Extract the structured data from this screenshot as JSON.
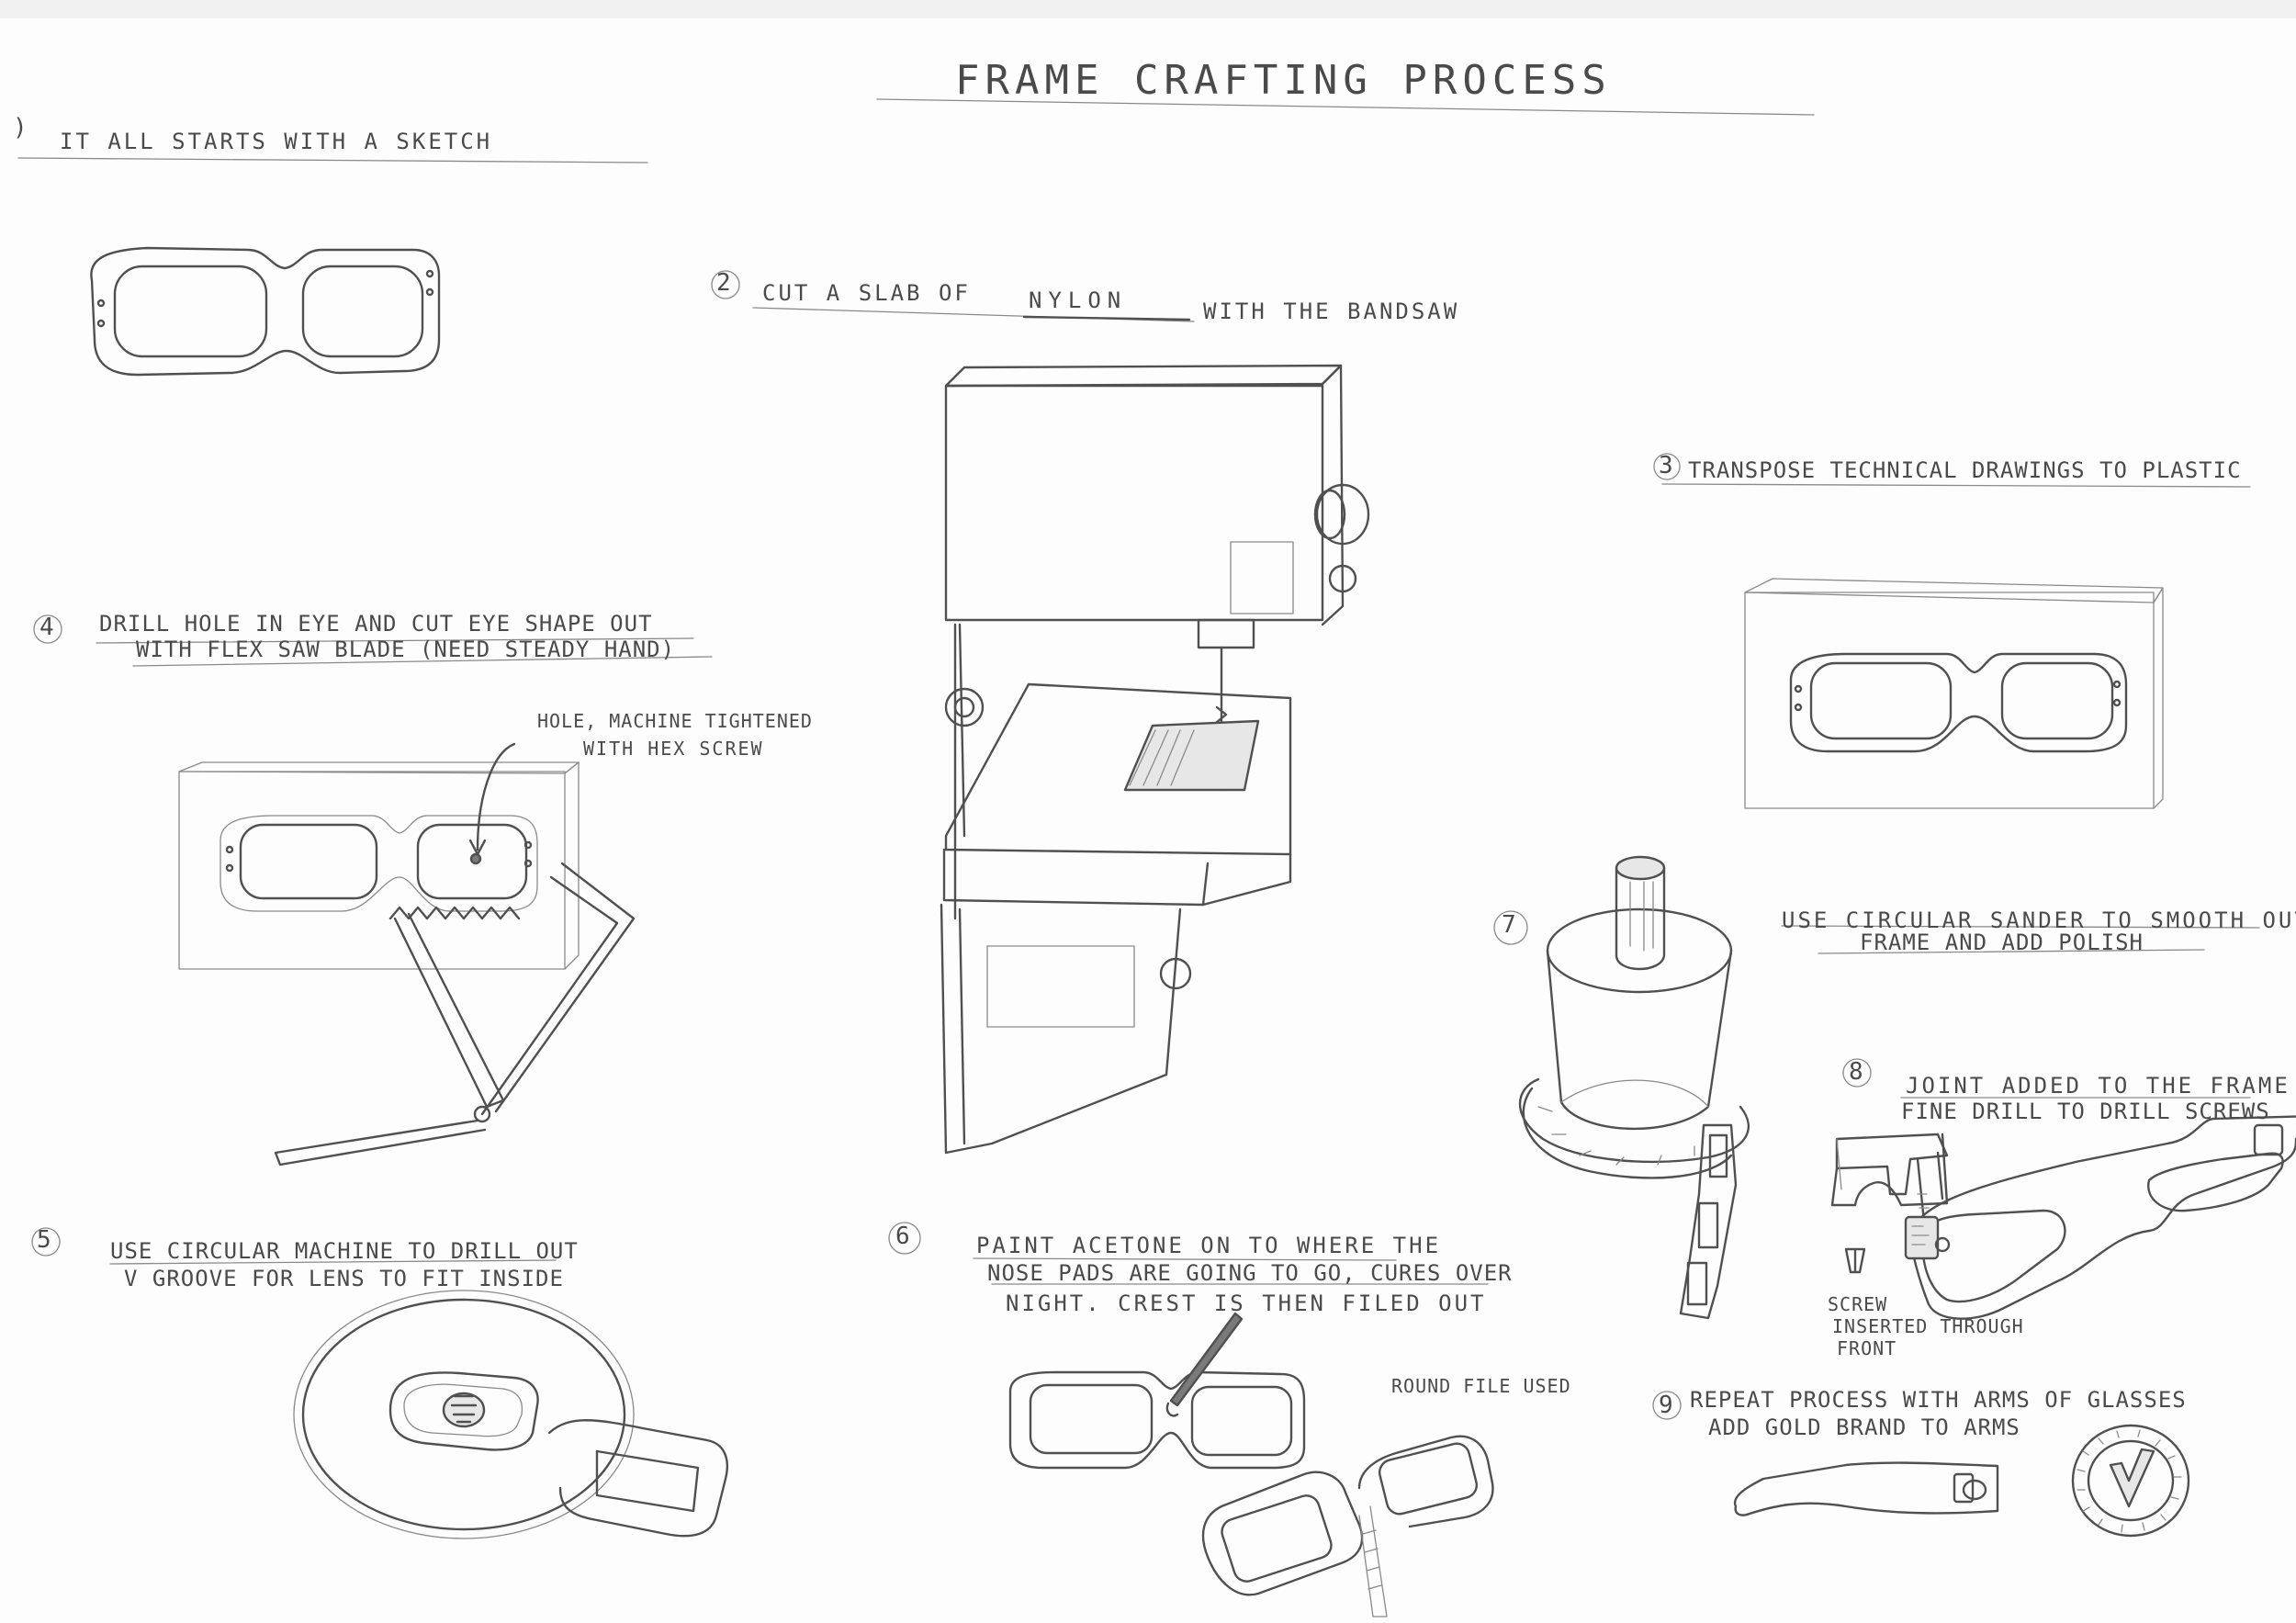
{
  "title": "FRAME CRAFTING PROCESS",
  "steps": [
    {
      "number": ")",
      "text": "IT ALL STARTS WITH A SKETCH"
    },
    {
      "number": "2",
      "text": "CUT A SLAB OF",
      "emphasis": "NYLON",
      "text_after": "WITH THE BANDSAW"
    },
    {
      "number": "3",
      "text": "TRANSPOSE TECHNICAL DRAWINGS TO PLASTIC"
    },
    {
      "number": "4",
      "lines": [
        "DRILL HOLE IN EYE AND CUT EYE SHAPE OUT",
        "WITH FLEX SAW BLADE (NEED STEADY HAND)"
      ]
    },
    {
      "number": "5",
      "lines": [
        "USE CIRCULAR MACHINE TO DRILL OUT",
        "V GROOVE FOR LENS TO FIT INSIDE"
      ]
    },
    {
      "number": "6",
      "lines": [
        "PAINT ACETONE ON TO WHERE THE",
        "NOSE PADS ARE GOING TO GO, CURES OVER",
        "NIGHT. CREST IS THEN FILED OUT"
      ]
    },
    {
      "number": "7",
      "lines": [
        "USE CIRCULAR SANDER TO SMOOTH OUT",
        "FRAME AND ADD POLISH"
      ]
    },
    {
      "number": "8",
      "lines": [
        "JOINT ADDED TO THE FRAME",
        "FINE DRILL TO DRILL SCREWS"
      ]
    },
    {
      "number": "9",
      "lines": [
        "REPEAT PROCESS WITH ARMS OF GLASSES",
        "ADD GOLD BRAND TO ARMS"
      ]
    }
  ],
  "annotations": {
    "hole": [
      "HOLE, MACHINE TIGHTENED",
      "WITH HEX SCREW"
    ],
    "round_file": "ROUND FILE USED",
    "screw": [
      "SCREW",
      "INSERTED THROUGH",
      "FRONT"
    ]
  }
}
